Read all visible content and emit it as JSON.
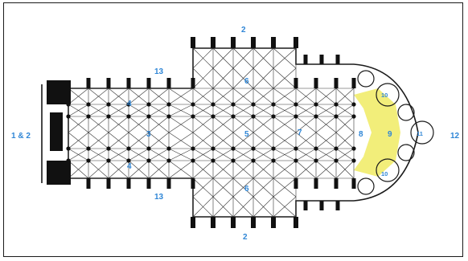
{
  "labels": {
    "west_facade": "1 & 2",
    "north_transept_portal": "2",
    "south_transept_portal": "2",
    "north_aisle": "4",
    "south_aisle": "4",
    "nave": "3",
    "crossing": "5",
    "north_transept": "6",
    "south_transept": "6",
    "choir": "7",
    "apse": "8",
    "ambulatory": "9",
    "chapel_north": "10",
    "chapel_south": "10",
    "axial_chapel": "11",
    "east_end": "12",
    "north_chapels": "13",
    "south_chapels": "13"
  },
  "colors": {
    "label": "#2f86d6",
    "walls": "#1a1a1a",
    "highlight": "#f2ee7a",
    "background": "#ffffff"
  }
}
